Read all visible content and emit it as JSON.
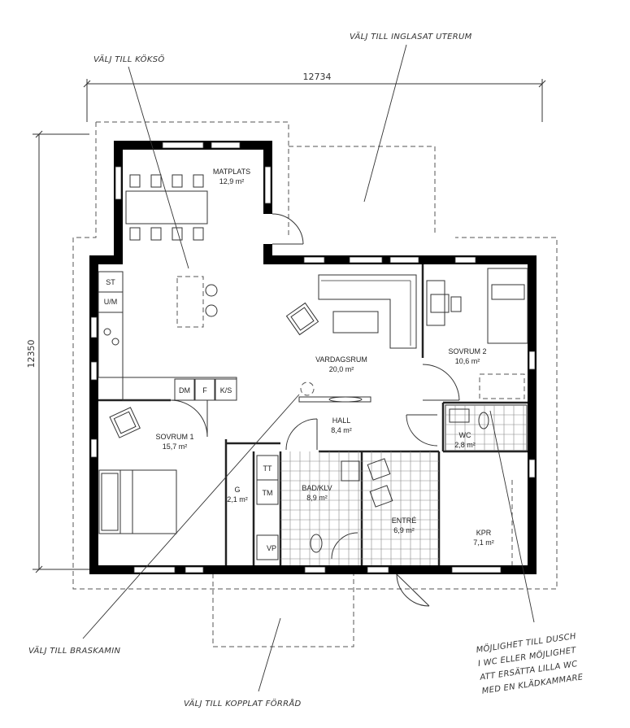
{
  "dimensions": {
    "width": "12734",
    "height": "12350"
  },
  "rooms": {
    "matplats": {
      "name": "MATPLATS",
      "area": "12,9 m²"
    },
    "vardagsrum": {
      "name": "VARDAGSRUM",
      "area": "20,0 m²"
    },
    "sovrum2": {
      "name": "SOVRUM 2",
      "area": "10,6 m²"
    },
    "sovrum1": {
      "name": "SOVRUM 1",
      "area": "15,7 m²"
    },
    "hall": {
      "name": "HALL",
      "area": "8,4 m²"
    },
    "wc": {
      "name": "WC",
      "area": "2,8 m²"
    },
    "bad": {
      "name": "BAD/KLV",
      "area": "8,9 m²"
    },
    "entre": {
      "name": "ENTRÉ",
      "area": "6,9 m²"
    },
    "kpr": {
      "name": "KPR",
      "area": "7,1 m²"
    },
    "closet": {
      "name": "G",
      "area": "2,1 m²"
    }
  },
  "fixtures": {
    "st": "ST",
    "um": "U/M",
    "dm": "DM",
    "f": "F",
    "ks": "K/S",
    "tt": "TT",
    "tm": "TM",
    "vp": "VP"
  },
  "notes": {
    "koks": "VÄLJ TILL KÖKSÖ",
    "uterum": "VÄLJ TILL INGLASAT UTERUM",
    "braskamin": "VÄLJ TILL BRASKAMIN",
    "forrad": "VÄLJ TILL KOPPLAT FÖRRÅD",
    "dusch": [
      "MÖJLIGHET TILL DUSCH",
      "I WC ELLER MÖJLIGHET",
      "ATT ERSÄTTA LILLA WC",
      "MED EN KLÄDKAMMARE"
    ]
  }
}
